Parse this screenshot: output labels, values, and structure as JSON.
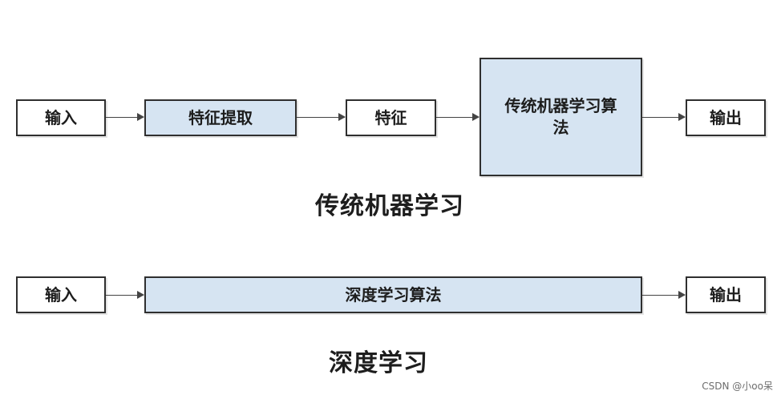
{
  "traditional": {
    "input": "输入",
    "feature_extraction": "特征提取",
    "features": "特征",
    "algorithm": "传统机器学习算法",
    "output": "输出",
    "caption": "传统机器学习"
  },
  "deep": {
    "input": "输入",
    "algorithm": "深度学习算法",
    "output": "输出",
    "caption": "深度学习"
  },
  "watermark": "CSDN @小oo呆",
  "colors": {
    "box_fill_blue": "#d6e4f2",
    "box_border": "#2f2f2f",
    "text": "#1d1d1d"
  }
}
